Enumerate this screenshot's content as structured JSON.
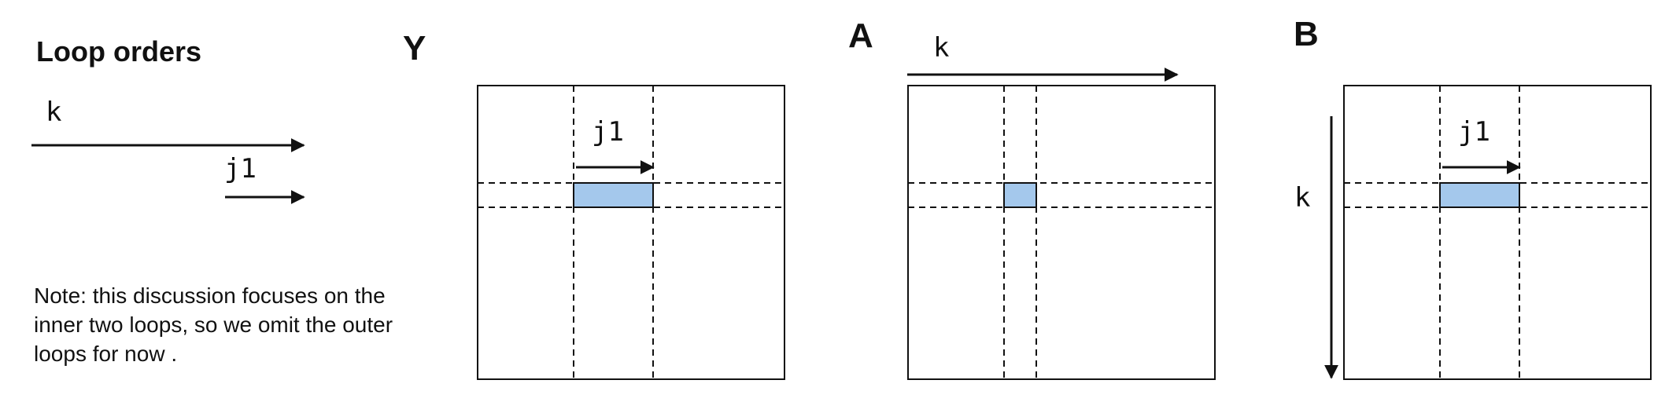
{
  "title": "Loop orders",
  "loop_order": {
    "outer_loop": "k",
    "inner_loop": "j1"
  },
  "note": {
    "lines": [
      "Note: this discussion focuses on the",
      "inner two loops, so we omit the outer",
      "loops for now ."
    ]
  },
  "matrices": {
    "y": {
      "label": "Y",
      "arrow_label": "j1"
    },
    "a": {
      "label": "A",
      "arrow_label": "k"
    },
    "b": {
      "label": "B",
      "horizontal_arrow_label": "j1",
      "vertical_arrow_label": "k"
    }
  },
  "colors": {
    "highlight": "#a4c8ec",
    "line": "#111111",
    "text": "#111111",
    "background": "#ffffff"
  }
}
